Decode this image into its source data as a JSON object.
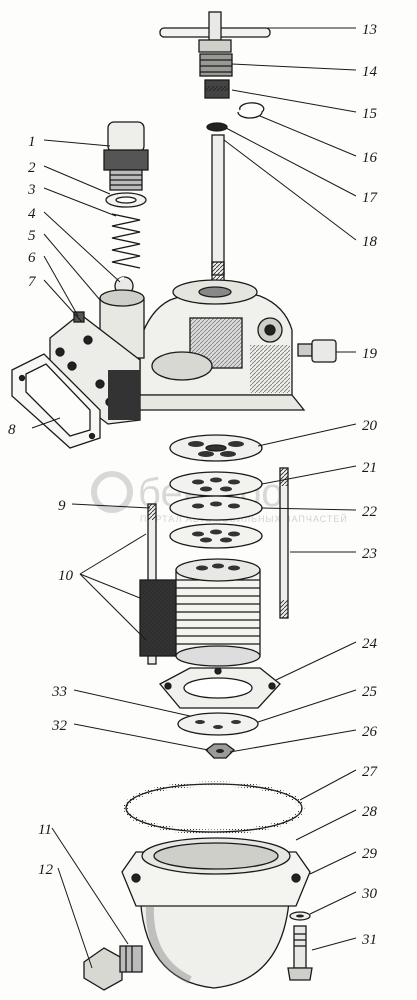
{
  "watermark": {
    "brand": "бекстро",
    "tagline": "ПОРТАЛ АВТОМОБИЛЬНЫХ ЗАПЧАСТЕЙ"
  },
  "callouts": [
    "1",
    "2",
    "3",
    "4",
    "5",
    "6",
    "7",
    "8",
    "9",
    "10",
    "11",
    "12",
    "13",
    "14",
    "15",
    "16",
    "17",
    "18",
    "19",
    "20",
    "21",
    "22",
    "23",
    "24",
    "25",
    "26",
    "27",
    "28",
    "29",
    "30",
    "31",
    "32",
    "33"
  ]
}
